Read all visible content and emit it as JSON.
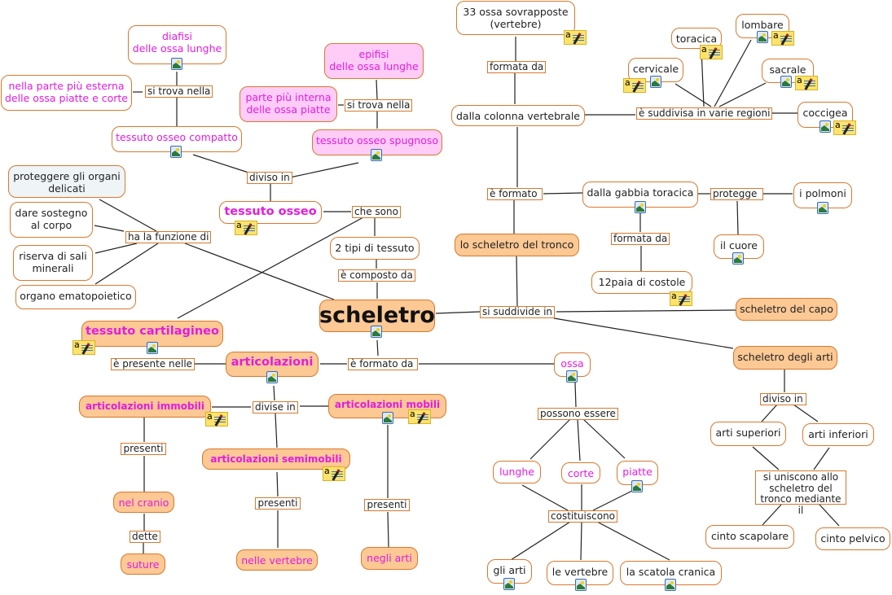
{
  "map": {
    "root": "scheletro",
    "nodes": {
      "diafisi": "diafisi\ndelle ossa lunghe",
      "esterna": "nella parte più esterna\ndelle ossa piatte e corte",
      "compatto": "tessuto osseo compatto",
      "epifisi": "epifisi\ndelle ossa lunghe",
      "interna": "parte più interna\ndelle ossa piatte",
      "spugnoso": "tessuto osseo spugnoso",
      "proteggere": "proteggere gli organi\ndelicati",
      "sostegno": "dare sostegno\nal corpo",
      "riserva": "riserva di sali\nminerali",
      "ematopoietico": "organo ematopoietico",
      "tessuto_osseo": "tessuto osseo",
      "due_tipi": "2 tipi di tessuto",
      "ossa_sovrapposte": "33 ossa sovrapposte\n(vertebre)",
      "colonna": "dalla colonna vertebrale",
      "cervicale": "cervicale",
      "toracica": "toracica",
      "lombare": "lombare",
      "sacrale": "sacrale",
      "coccigea": "coccigea",
      "gabbia": "dalla gabbia toracica",
      "polmoni": "i polmoni",
      "cuore": "il cuore",
      "costole": "12paia di costole",
      "tronco": "lo scheletro del tronco",
      "capo": "scheletro del capo",
      "arti_sch": "scheletro degli arti",
      "cartilagineo": "tessuto cartilagineo",
      "articolazioni": "articolazioni",
      "immobili": "articolazioni immobili",
      "mobili": "articolazioni mobili",
      "semimobili": "articolazioni semimobili",
      "cranio": "nel cranio",
      "suture": "suture",
      "nelle_vertebre": "nelle vertebre",
      "negli_arti": "negli arti",
      "ossa": "ossa",
      "lunghe": "lunghe",
      "corte": "corte",
      "piatte": "piatte",
      "gli_arti": "gli arti",
      "le_vertebre": "le vertebre",
      "scatola": "la scatola cranica",
      "superiori": "arti superiori",
      "inferiori": "arti inferiori",
      "scapolare": "cinto scapolare",
      "pelvico": "cinto pelvico"
    },
    "links": {
      "trova1": "si trova nella",
      "trova2": "si trova nella",
      "diviso_in": "diviso in",
      "funzione": "ha la funzione di",
      "che_sono": "che sono",
      "composto": "è composto da",
      "formata_da1": "formata da",
      "suddivisa": "è suddivisa in varie regioni",
      "formato": "è formato",
      "protegge": "protegge",
      "formata_da2": "formata da",
      "suddivide": "si suddivide in",
      "presente_nelle": "è presente nelle",
      "formato_da": "è formato da",
      "divise_in": "divise in",
      "presenti1": "presenti",
      "dette": "dette",
      "presenti2": "presenti",
      "presenti3": "presenti",
      "possono": "possono essere",
      "costituiscono": "costituiscono",
      "diviso_in2": "diviso in",
      "uniscono": "si uniscono allo\nscheletro del\ntronco mediante il"
    }
  }
}
